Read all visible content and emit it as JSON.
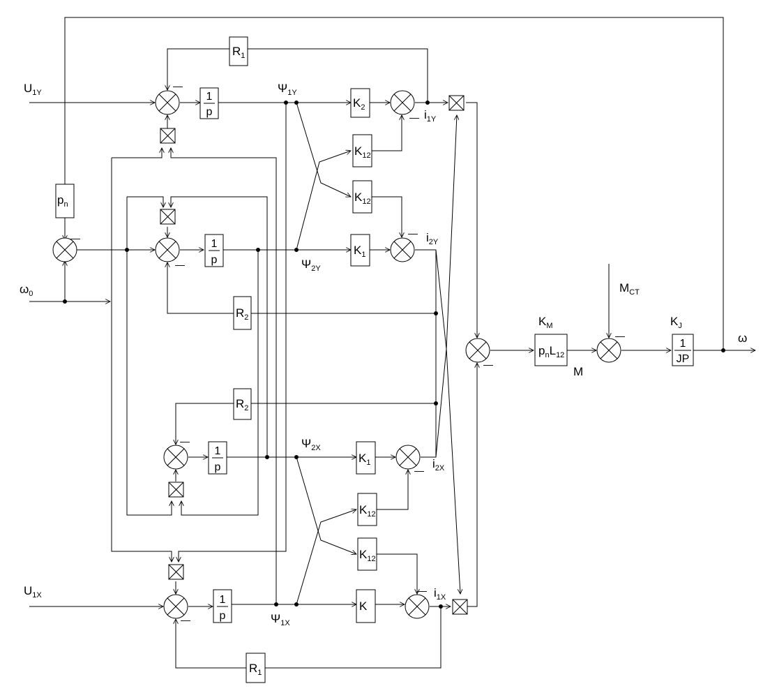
{
  "colors": {
    "line": "#000000",
    "background": "#ffffff"
  },
  "labels": {
    "u1y": {
      "main": "U",
      "sub": "1Y"
    },
    "u1x": {
      "main": "U",
      "sub": "1X"
    },
    "omega0": {
      "main": "ω",
      "sub": "0"
    },
    "omega": {
      "main": "ω"
    },
    "psi1y": {
      "main": "Ψ",
      "sub": "1Y"
    },
    "psi2y": {
      "main": "Ψ",
      "sub": "2Y"
    },
    "psi2x": {
      "main": "Ψ",
      "sub": "2X"
    },
    "psi1x": {
      "main": "Ψ",
      "sub": "1X"
    },
    "i1y": {
      "main": "i",
      "sub": "1Y"
    },
    "i2y": {
      "main": "i",
      "sub": "2Y"
    },
    "i2x": {
      "main": "i",
      "sub": "2X"
    },
    "i1x": {
      "main": "i",
      "sub": "1X"
    },
    "km": {
      "main": "K",
      "sub": "M"
    },
    "kj": {
      "main": "K",
      "sub": "J"
    },
    "mct": {
      "main": "M",
      "sub": "CT"
    },
    "m": {
      "main": "M"
    }
  },
  "blocks": {
    "r1_top": {
      "main": "R",
      "sub": "1"
    },
    "r1_bottom": {
      "main": "R",
      "sub": "1"
    },
    "r2_upper": {
      "main": "R",
      "sub": "2"
    },
    "r2_lower": {
      "main": "R",
      "sub": "2"
    },
    "k2": {
      "main": "K",
      "sub": "2"
    },
    "k12_a": {
      "main": "K",
      "sub": "12"
    },
    "k12_b": {
      "main": "K",
      "sub": "12"
    },
    "k12_c": {
      "main": "K",
      "sub": "12"
    },
    "k12_d": {
      "main": "K",
      "sub": "12"
    },
    "k1_upper": {
      "main": "K",
      "sub": "1"
    },
    "k1_lower": {
      "main": "K",
      "sub": "1"
    },
    "k_bottom": {
      "main": "K",
      "sub": ""
    },
    "pn": {
      "main": "p",
      "sub": "n"
    },
    "integ_1y": {
      "num": "1",
      "den": "p"
    },
    "integ_2y": {
      "num": "1",
      "den": "p"
    },
    "integ_2x": {
      "num": "1",
      "den": "p"
    },
    "integ_1x": {
      "num": "1",
      "den": "p"
    },
    "torque": {
      "p": "p",
      "p_sub": "n",
      "l": "L",
      "l_sub": "12"
    },
    "inertia": {
      "num": "1",
      "den": "JP"
    }
  },
  "minus_sign": "—"
}
